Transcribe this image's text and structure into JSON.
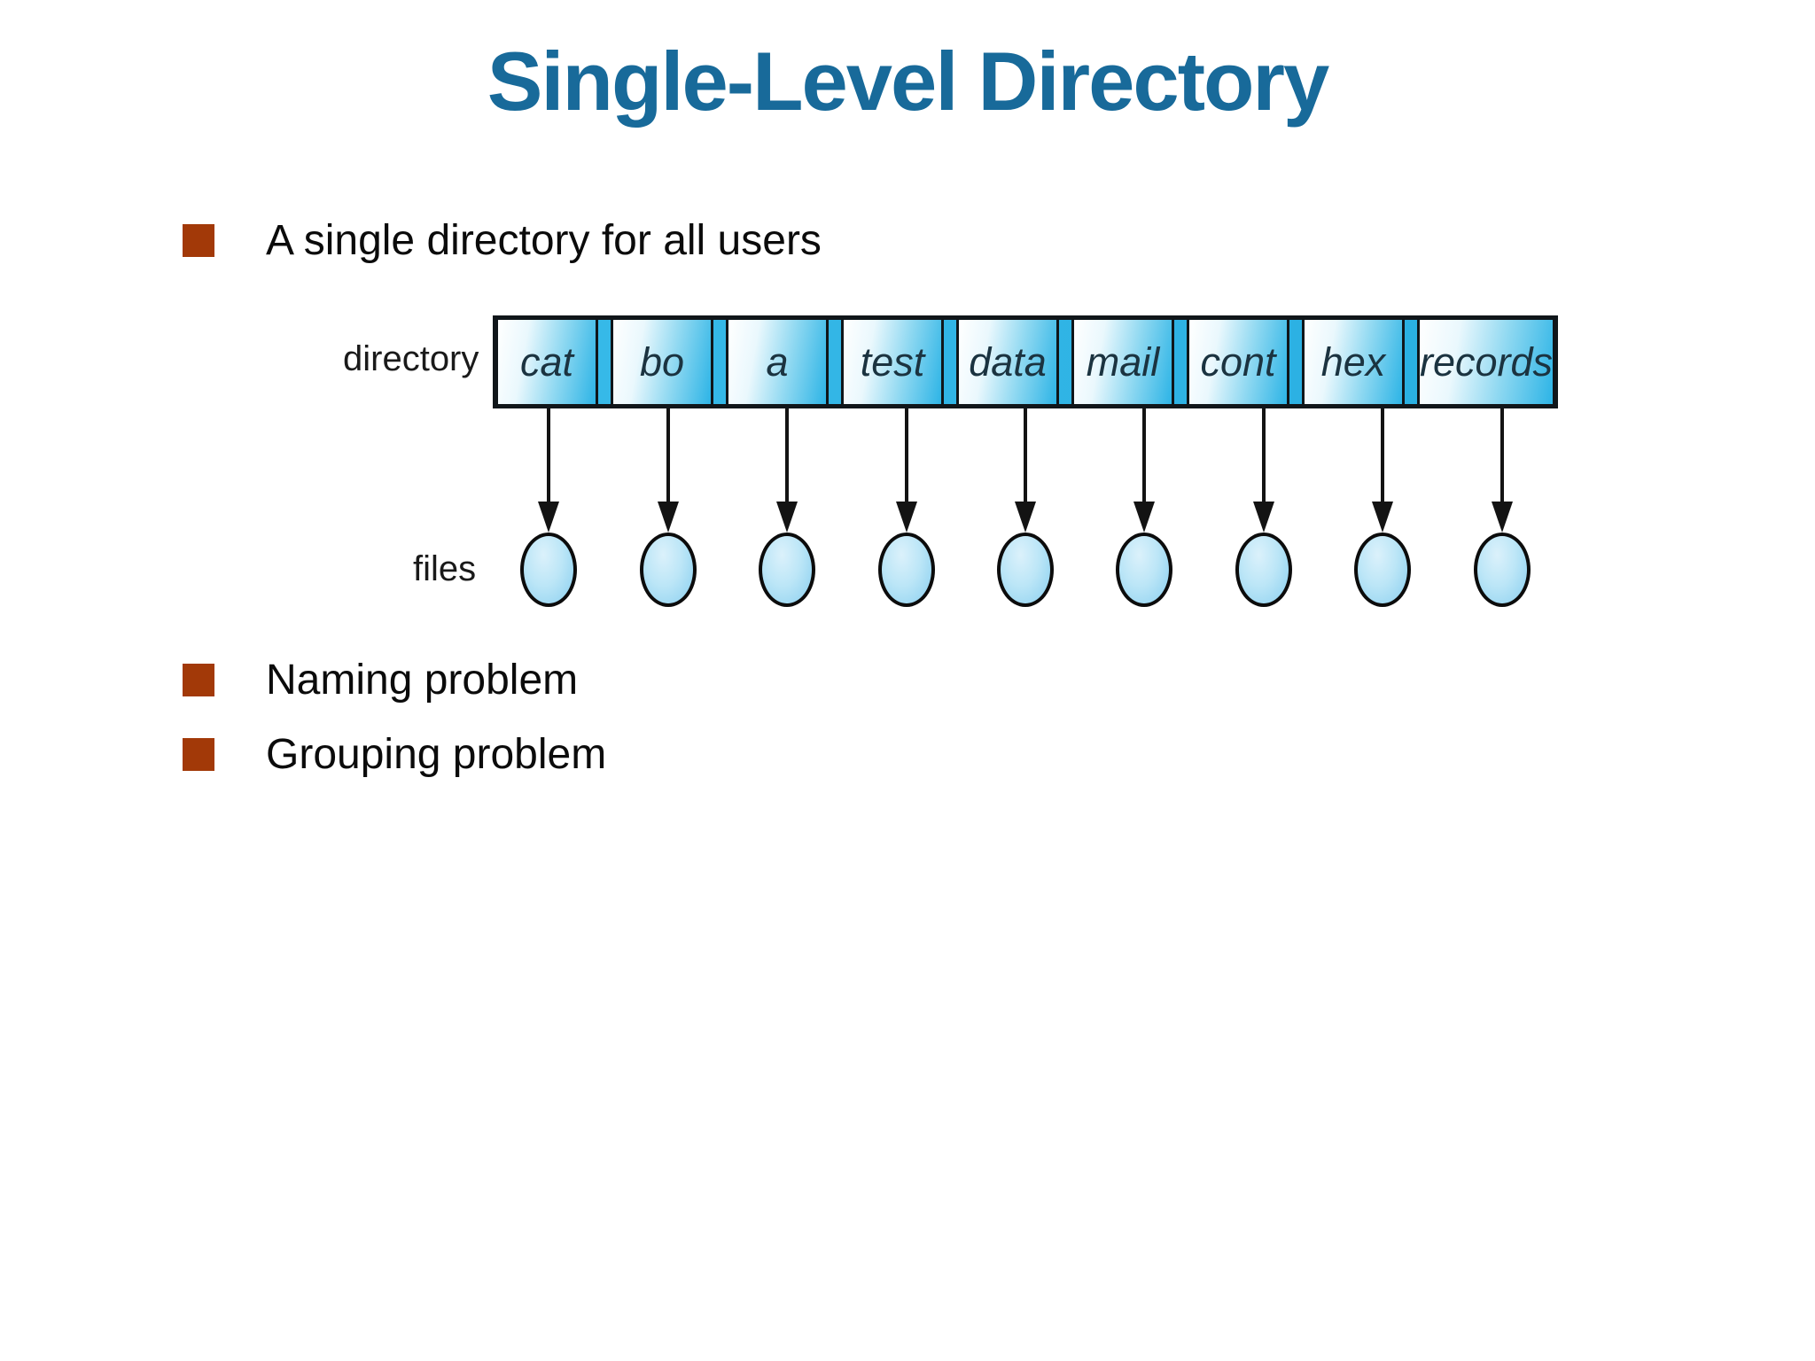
{
  "title": "Single-Level Directory",
  "bullets": [
    "A single directory for all users",
    "Naming problem",
    "Grouping problem"
  ],
  "diagram": {
    "directory_label": "directory",
    "files_label": "files",
    "entries": [
      "cat",
      "bo",
      "a",
      "test",
      "data",
      "mail",
      "cont",
      "hex",
      "records"
    ],
    "file_count": 9
  },
  "colors": {
    "title_blue": "#186a9a",
    "bullet_square": "#a23908",
    "cell_cyan": "#2db4e6",
    "cell_gradient_start": "#ffffff",
    "table_gap_cyan": "#30b5e6",
    "ellipse_fill": "#aadef5",
    "outline_black": "#10161a"
  }
}
